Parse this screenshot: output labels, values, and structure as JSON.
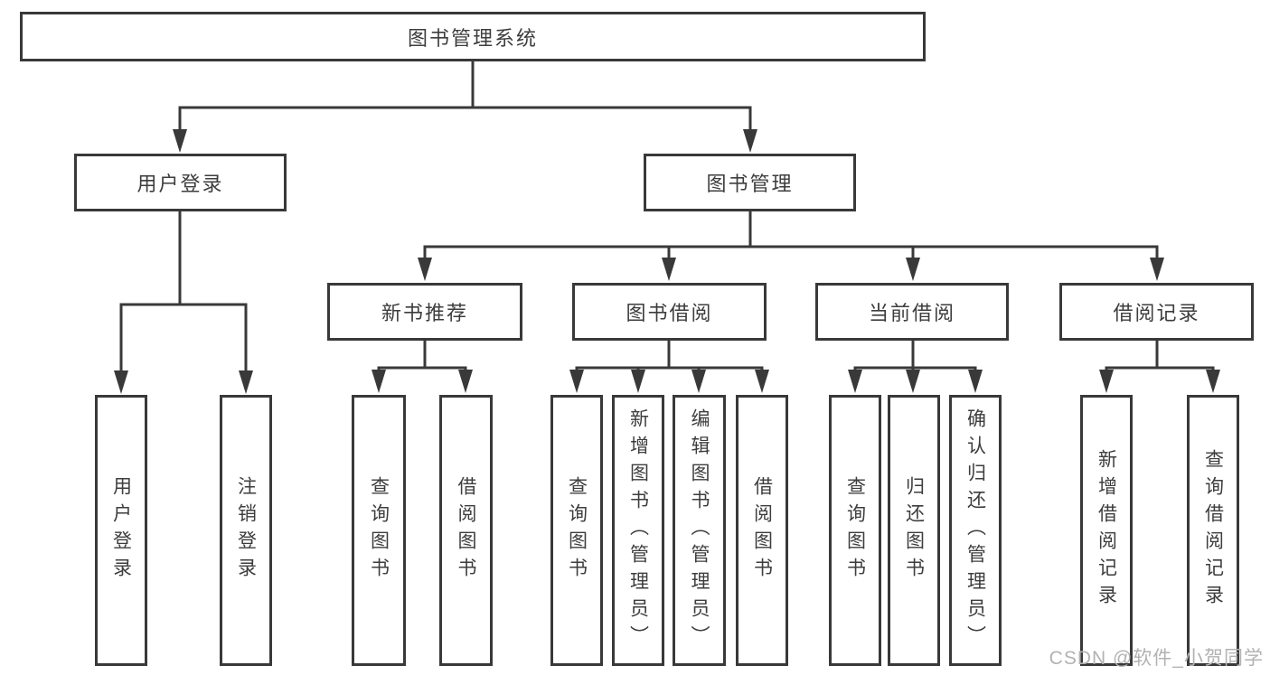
{
  "diagram": {
    "title": "图书管理系统",
    "watermark": "CSDN @软件_小贺同学",
    "line_color": "#393939",
    "box_border_color": "#393939",
    "text_color": "#3d3d3d",
    "branches": [
      {
        "label": "用户登录",
        "children": [
          {
            "label": "用户登录"
          },
          {
            "label": "注销登录"
          }
        ]
      },
      {
        "label": "图书管理",
        "children": [
          {
            "label": "新书推荐",
            "children": [
              {
                "label": "查询图书"
              },
              {
                "label": "借阅图书"
              }
            ]
          },
          {
            "label": "图书借阅",
            "children": [
              {
                "label": "查询图书"
              },
              {
                "label": "新增图书（管理员）"
              },
              {
                "label": "编辑图书（管理员）"
              },
              {
                "label": "借阅图书"
              }
            ]
          },
          {
            "label": "当前借阅",
            "children": [
              {
                "label": "查询图书"
              },
              {
                "label": "归还图书"
              },
              {
                "label": "确认归还（管理员）"
              }
            ]
          },
          {
            "label": "借阅记录",
            "children": [
              {
                "label": "新增借阅记录"
              },
              {
                "label": "查询借阅记录"
              }
            ]
          }
        ]
      }
    ]
  }
}
